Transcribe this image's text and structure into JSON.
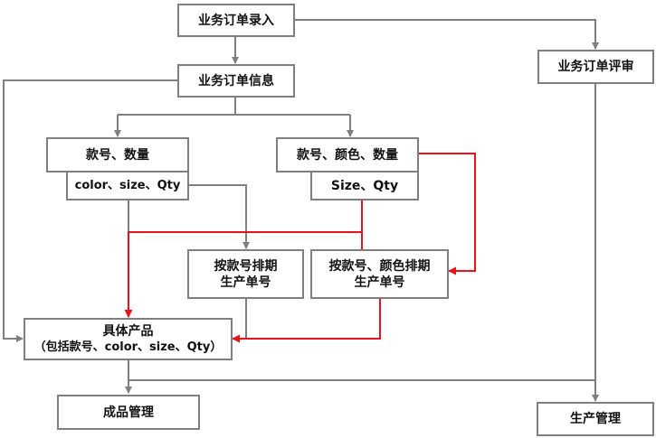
{
  "nodes": {
    "order_entry": "业务订单录入",
    "order_info": "业务订单信息",
    "order_review": "业务订单评审",
    "style_qty": "款号、数量",
    "style_qty_sub": "color、size、Qty",
    "style_color_qty": "款号、颜色、数量",
    "style_color_qty_sub": "Size、Qty",
    "schedule_by_style": [
      "按款号排期",
      "生产单号"
    ],
    "schedule_by_style_color": [
      "按款号、颜色排期",
      "生产单号"
    ],
    "product": [
      "具体产品",
      "（包括款号、color、size、Qty）"
    ],
    "finished_goods": "成品管理",
    "production": "生产管理"
  },
  "colors": {
    "gray": "#7f7f7f",
    "red": "#e8141b"
  }
}
